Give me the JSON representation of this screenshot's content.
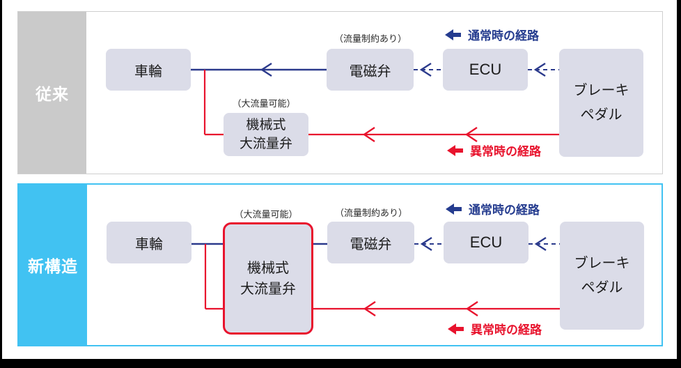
{
  "figure": {
    "description_labels": {
      "normal_path": "通常時の経路",
      "abnormal_path": "異常時の経路"
    },
    "colors": {
      "normal_path_blue": "#2b3a8c",
      "legend_blue": "#253c8f",
      "abnormal_path_red": "#e8132d",
      "node_fill": "#dbdce8",
      "conventional_band": "#cacaca",
      "new_band": "#41c2f2",
      "highlight_border": "#e8132d"
    }
  },
  "panels": [
    {
      "id": "conventional",
      "label": "従来",
      "legend_normal": "通常時の経路",
      "legend_abnormal": "異常時の経路",
      "nodes": {
        "wheel": "車輪",
        "solenoid": "電磁弁",
        "solenoid_note": "（流量制約あり）",
        "ecu": "ECU",
        "pedal_line1": "ブレーキ",
        "pedal_line2": "ペダル",
        "valve_line1": "機械式",
        "valve_line2": "大流量弁",
        "valve_note": "（大流量可能）"
      }
    },
    {
      "id": "new",
      "label": "新構造",
      "legend_normal": "通常時の経路",
      "legend_abnormal": "異常時の経路",
      "nodes": {
        "wheel": "車輪",
        "solenoid": "電磁弁",
        "solenoid_note": "（流量制約あり）",
        "ecu": "ECU",
        "pedal_line1": "ブレーキ",
        "pedal_line2": "ペダル",
        "valve_line1": "機械式",
        "valve_line2": "大流量弁",
        "valve_note": "（大流量可能）"
      }
    }
  ]
}
